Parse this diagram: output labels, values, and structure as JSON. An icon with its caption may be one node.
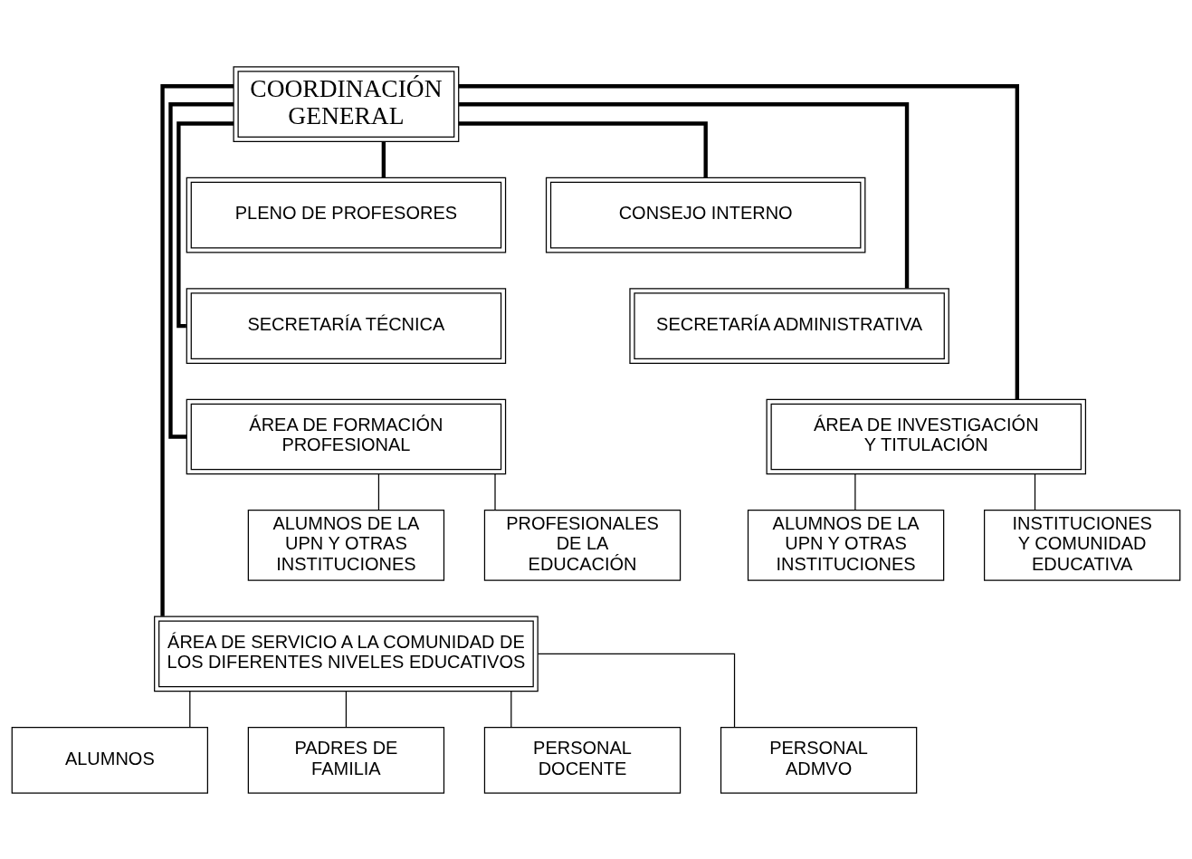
{
  "diagram": {
    "nodes": [
      {
        "text": [
          "COORDINACIÓN GENERAL"
        ]
      },
      {
        "text": [
          "PLENO DE PROFESORES"
        ]
      },
      {
        "text": [
          "CONSEJO INTERNO"
        ]
      },
      {
        "text": [
          "SECRETARÍA TÉCNICA"
        ]
      },
      {
        "text": [
          "SECRETARÍA ADMINISTRATIVA"
        ]
      },
      {
        "text": [
          "ÁREA DE FORMACIÓN PROFESIONAL"
        ]
      },
      {
        "text": [
          "ÁREA DE INVESTIGACIÓN Y TITULACIÓN"
        ]
      },
      {
        "text": [
          "ALUMNOS DE LA UPN Y OTRAS INSTITUCIONES"
        ]
      },
      {
        "text": [
          "PROFESIONALES DE LA EDUCACIÓN"
        ]
      },
      {
        "text": [
          "ALUMNOS DE LA UPN Y OTRAS INSTITUCIONES"
        ]
      },
      {
        "text": [
          "INSTITUCIONES Y COMUNIDAD EDUCATIVA"
        ]
      },
      {
        "text": [
          "ÁREA DE SERVICIO A LA COMUNIDAD DE LOS DIFERENTES NIVELES EDUCATIVOS"
        ]
      },
      {
        "text": [
          "ALUMNOS"
        ]
      },
      {
        "text": [
          "PADRES DE FAMILIA"
        ]
      },
      {
        "text": [
          "PERSONAL DOCENTE"
        ]
      },
      {
        "text": [
          "PERSONAL ADMVO"
        ]
      }
    ],
    "edges": [
      {
        "from": 0,
        "to": 1,
        "arrow": "none",
        "style": "thick"
      },
      {
        "from": 0,
        "to": 2,
        "arrow": "none",
        "style": "thick"
      },
      {
        "from": 0,
        "to": 3,
        "arrow": "none",
        "style": "thick"
      },
      {
        "from": 0,
        "to": 4,
        "arrow": "none",
        "style": "thick"
      },
      {
        "from": 0,
        "to": 5,
        "arrow": "none",
        "style": "thick"
      },
      {
        "from": 0,
        "to": 6,
        "arrow": "none",
        "style": "thick"
      },
      {
        "from": 0,
        "to": 11,
        "arrow": "none",
        "style": "thick"
      },
      {
        "from": 5,
        "to": 7,
        "arrow": "none"
      },
      {
        "from": 5,
        "to": 8,
        "arrow": "none"
      },
      {
        "from": 6,
        "to": 9,
        "arrow": "none"
      },
      {
        "from": 6,
        "to": 10,
        "arrow": "none"
      },
      {
        "from": 11,
        "to": 12,
        "arrow": "none"
      },
      {
        "from": 11,
        "to": 13,
        "arrow": "none"
      },
      {
        "from": 11,
        "to": 14,
        "arrow": "none"
      },
      {
        "from": 11,
        "to": 15,
        "arrow": "none"
      }
    ]
  }
}
